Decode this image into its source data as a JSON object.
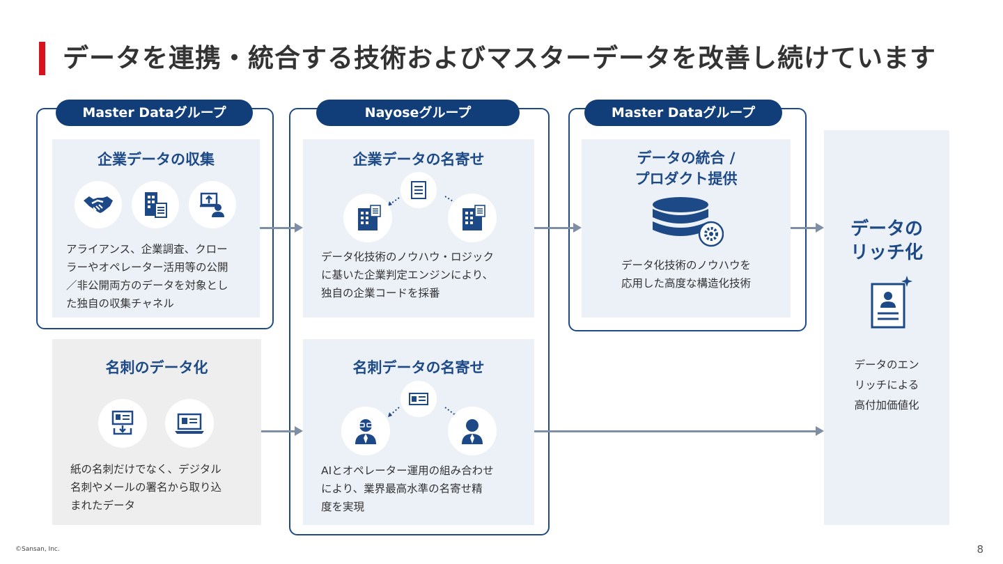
{
  "title": "データを連携・統合する技術およびマスターデータを改善し続けています",
  "groups": {
    "g1": "Master Dataグループ",
    "g2": "Nayoseグループ",
    "g3": "Master Dataグループ"
  },
  "cards": {
    "collect": {
      "title": "企業データの収集",
      "body": "アライアンス、企業調査、クロー\nラーやオペレーター活用等の公開\n／非公開両方のデータを対象とし\nた独自の収集チャネル"
    },
    "meishi": {
      "title": "名刺のデータ化",
      "body": "紙の名刺だけでなく、デジタル\n名刺やメールの署名から取り込\nまれたデータ"
    },
    "nayose_company": {
      "title": "企業データの名寄せ",
      "body": "データ化技術のノウハウ・ロジック\nに基いた企業判定エンジンにより、\n独自の企業コードを採番"
    },
    "nayose_card": {
      "title": "名刺データの名寄せ",
      "body": "AIとオペレーター運用の組み合わせ\nにより、業界最高水準の名寄せ精\n度を実現"
    },
    "integrate": {
      "title": "データの統合 /\nプロダクト提供",
      "body": "データ化技術のノウハウを\n応用した高度な構造化技術"
    },
    "rich": {
      "title": "データの\nリッチ化",
      "body": "データのエン\nリッチによる\n高付加価値化"
    }
  },
  "icons": [
    "handshake-icon",
    "building-document-icon",
    "upload-person-icon",
    "document-list-icon",
    "building-icon",
    "database-gear-icon",
    "id-card-sparkle-icon",
    "card-download-icon",
    "laptop-card-icon",
    "person-card-icon",
    "person-glasses-icon",
    "person-icon"
  ],
  "colors": {
    "accent": "#d7121d",
    "navy": "#113d78",
    "card_bg": "#ecf1f8",
    "grey_bg": "#eeeeee",
    "arrow": "#7e8ea5"
  },
  "footer": {
    "copyright": "©Sansan, Inc.",
    "page": "8"
  }
}
